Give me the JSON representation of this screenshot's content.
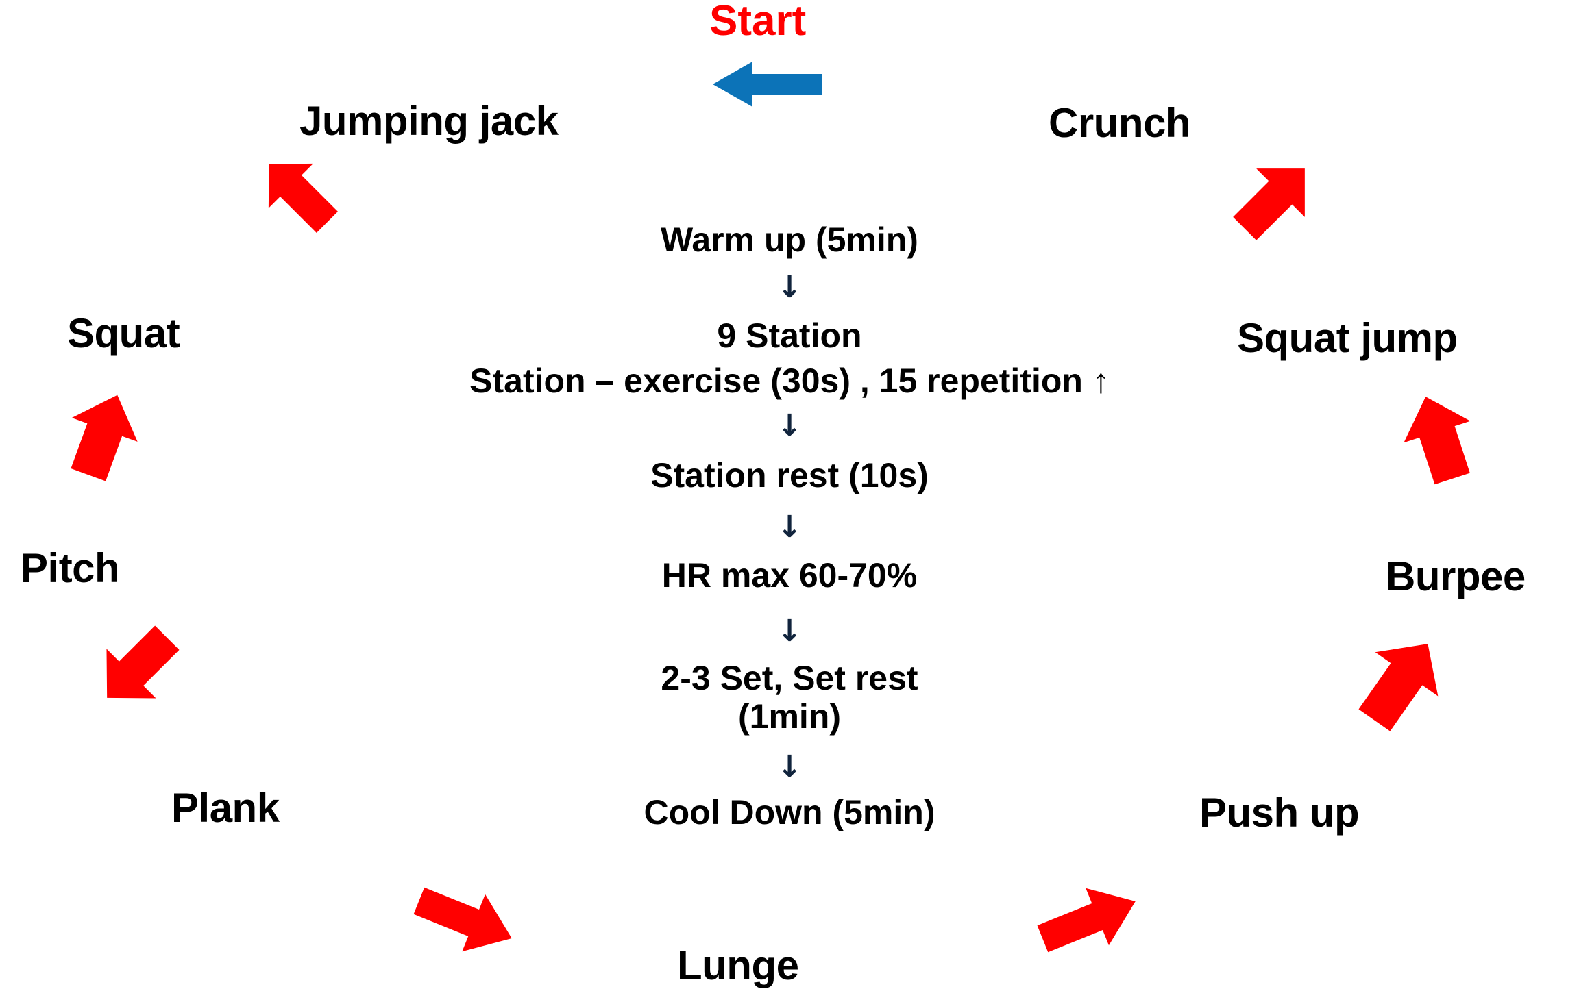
{
  "diagram": {
    "title_marker": "Start",
    "start_color": "#FF0000",
    "arrow_red": "#FF0000",
    "arrow_blue": "#0C73B8",
    "text_color": "#000000",
    "background": "#FFFFFF",
    "center_flow": [
      {
        "text": "Warm up (5min)"
      },
      {
        "text": "9 Station"
      },
      {
        "text": "Station – exercise (30s) , 15 repetition ↑"
      },
      {
        "text": "Station rest (10s)"
      },
      {
        "text": "HR max 60-70%"
      },
      {
        "text": "2-3 Set, Set rest"
      },
      {
        "text": "(1min)"
      },
      {
        "text": "Cool Down (5min)"
      }
    ],
    "flow_connector": "↓",
    "stations": [
      {
        "label": "Jumping jack",
        "arrow": "down-left-arrow-icon"
      },
      {
        "label": "Squat",
        "arrow": "down-arrow-icon"
      },
      {
        "label": "Pitch",
        "arrow": "down-right-arrow-icon"
      },
      {
        "label": "Plank",
        "arrow": "right-down-arrow-icon"
      },
      {
        "label": "Lunge",
        "arrow": "right-up-arrow-icon"
      },
      {
        "label": "Push up",
        "arrow": "up-right-shallow-arrow-icon"
      },
      {
        "label": "Burpee",
        "arrow": "up-right-arrow-icon"
      },
      {
        "label": "Squat jump",
        "arrow": "up-arrow-icon"
      },
      {
        "label": "Crunch",
        "arrow": "up-left-arrow-icon"
      }
    ]
  }
}
